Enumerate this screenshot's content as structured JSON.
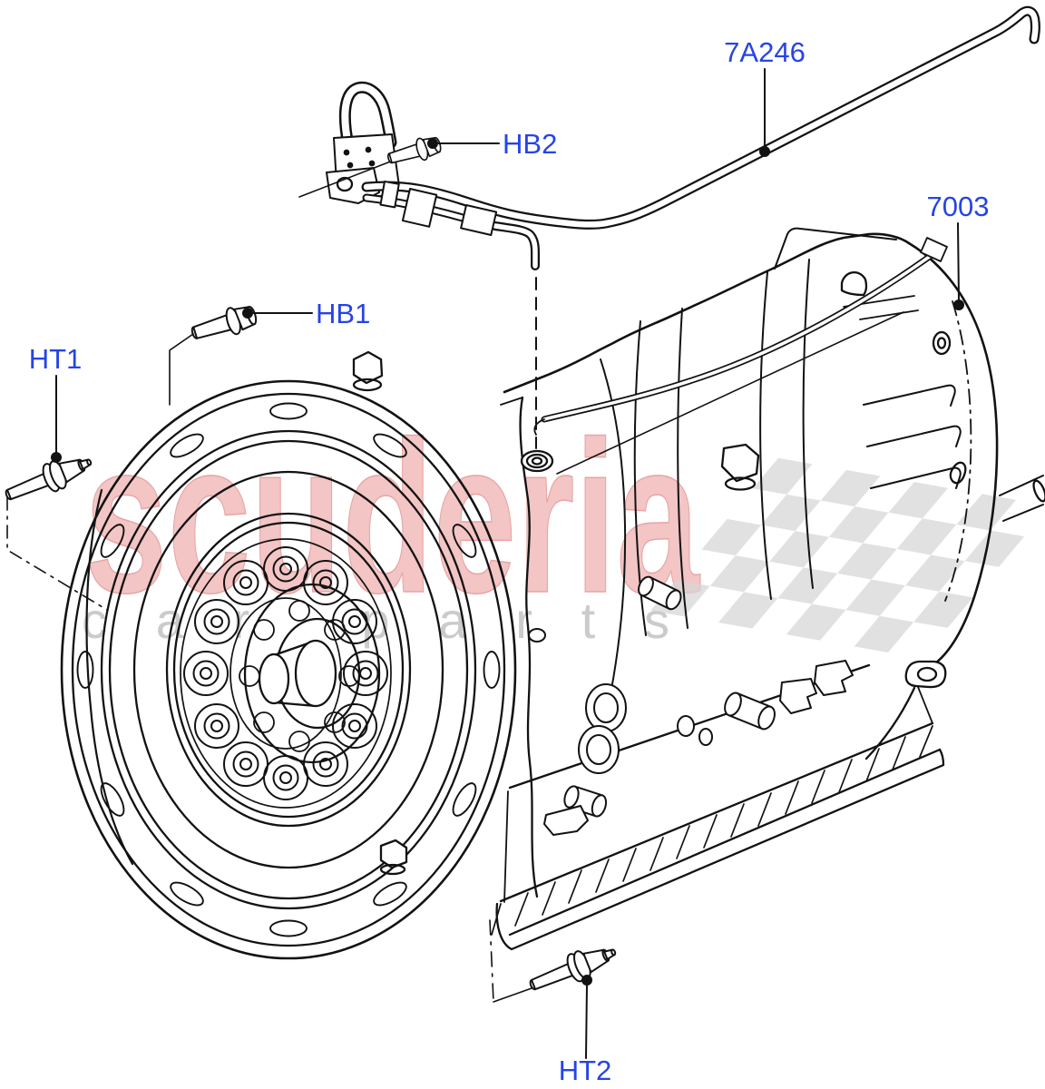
{
  "watermark": {
    "brand": "scuderia",
    "tagline": "car parts"
  },
  "callouts": [
    {
      "label": "7A246"
    },
    {
      "label": "7003"
    },
    {
      "label": "HB2"
    },
    {
      "label": "HB1"
    },
    {
      "label": "HT1"
    },
    {
      "label": "HT2"
    }
  ],
  "colors": {
    "callout": "#2644e6",
    "line": "#121212",
    "watermark_text": "#f3c5c5",
    "watermark_text_edge": "#e8a4a4",
    "watermark_tagline": "#cbcbcb",
    "checker": "#d6d6d6",
    "background": "#ffffff"
  }
}
